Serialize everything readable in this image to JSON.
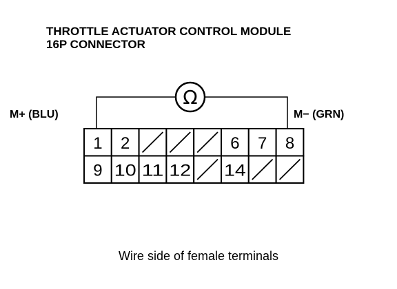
{
  "title": {
    "line1": "THROTTLE ACTUATOR CONTROL MODULE",
    "line2": "16P CONNECTOR"
  },
  "meter": {
    "symbol": "Ω",
    "icon": "ohm-meter-icon"
  },
  "wires": {
    "left_label": "M+ (BLU)",
    "right_label": "M− (GRN)"
  },
  "connector": {
    "rows": [
      [
        "1",
        "2",
        "",
        "",
        "",
        "6",
        "7",
        "8"
      ],
      [
        "9",
        "10",
        "11",
        "12",
        "",
        "14",
        "",
        ""
      ]
    ]
  },
  "caption": "Wire side of female terminals"
}
